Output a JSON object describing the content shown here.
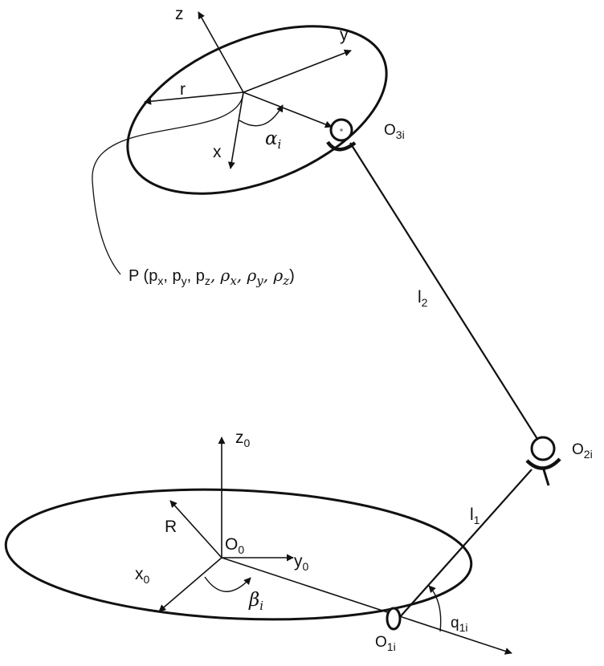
{
  "platform": {
    "frame_axes": {
      "z": "z",
      "y": "y",
      "x": "x"
    },
    "radius_label": "r",
    "angle_label": "α",
    "angle_label_sub": "i",
    "pose_label": {
      "prefix": "P (p",
      "px_sub": "x",
      "py": ", p",
      "py_sub": "y",
      "pz": ", p",
      "pz_sub": "z",
      "rho_x": ", ρ",
      "rho_x_sub": "x",
      "rho_y": ", ρ",
      "rho_y_sub": "y",
      "rho_z": ", ρ",
      "rho_z_sub": "z",
      "suffix": ")"
    }
  },
  "base": {
    "frame_axes": {
      "z": "z",
      "z_sub": "0",
      "y": "y",
      "y_sub": "0",
      "x": "x",
      "x_sub": "0"
    },
    "origin": "O",
    "origin_sub": "0",
    "radius_label": "R",
    "angle_label": "β",
    "angle_label_sub": "i"
  },
  "joints": {
    "o3": {
      "main": "O",
      "sub": "3i"
    },
    "o2": {
      "main": "O",
      "sub": "2i"
    },
    "o1": {
      "main": "O",
      "sub": "1i"
    }
  },
  "links": {
    "l1": {
      "main": "l",
      "sub": "1"
    },
    "l2": {
      "main": "l",
      "sub": "2"
    }
  },
  "joint_angle": {
    "main": "q",
    "sub": "1i"
  }
}
